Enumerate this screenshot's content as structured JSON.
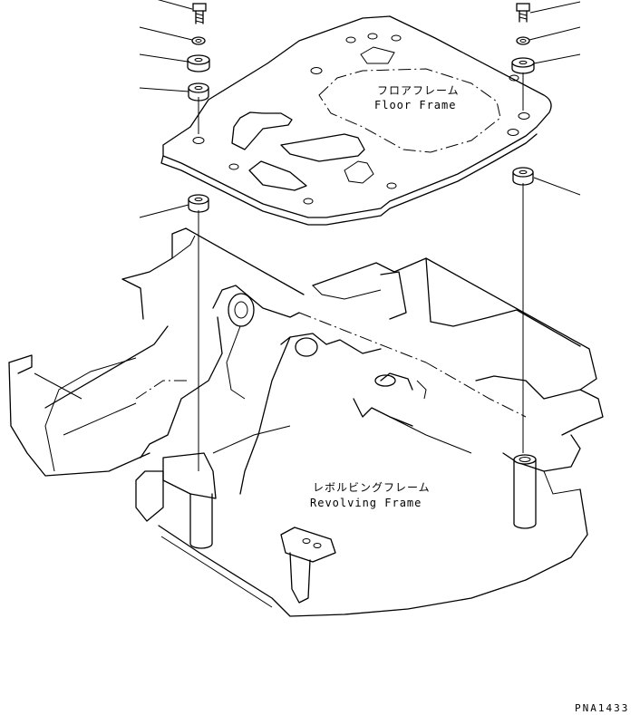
{
  "labels": {
    "floor_frame_jp": "フロアフレーム",
    "floor_frame_en": "Floor Frame",
    "revolving_frame_jp": "レボルビングフレーム",
    "revolving_frame_en": "Revolving Frame"
  },
  "drawing_code": "PNA1433"
}
